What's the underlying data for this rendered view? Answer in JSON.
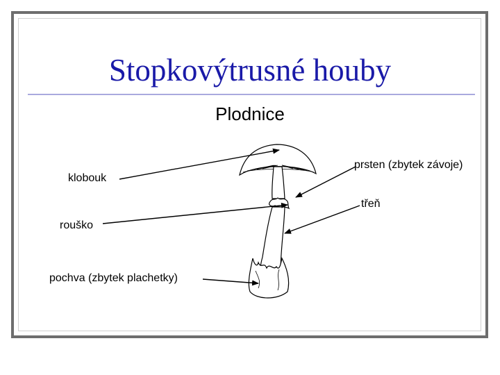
{
  "slide": {
    "title": "Stopkovýtrusné houby",
    "subtitle": "Plodnice"
  },
  "labels": {
    "klobouk": "klobouk",
    "rousko": "rouško",
    "pochva": "pochva (zbytek plachetky)",
    "prsten": "prsten (zbytek závoje)",
    "tren": "třeň"
  },
  "colors": {
    "title": "#1a1aa8",
    "rule": "#a9a9de",
    "frame": "#6e6e6e"
  }
}
